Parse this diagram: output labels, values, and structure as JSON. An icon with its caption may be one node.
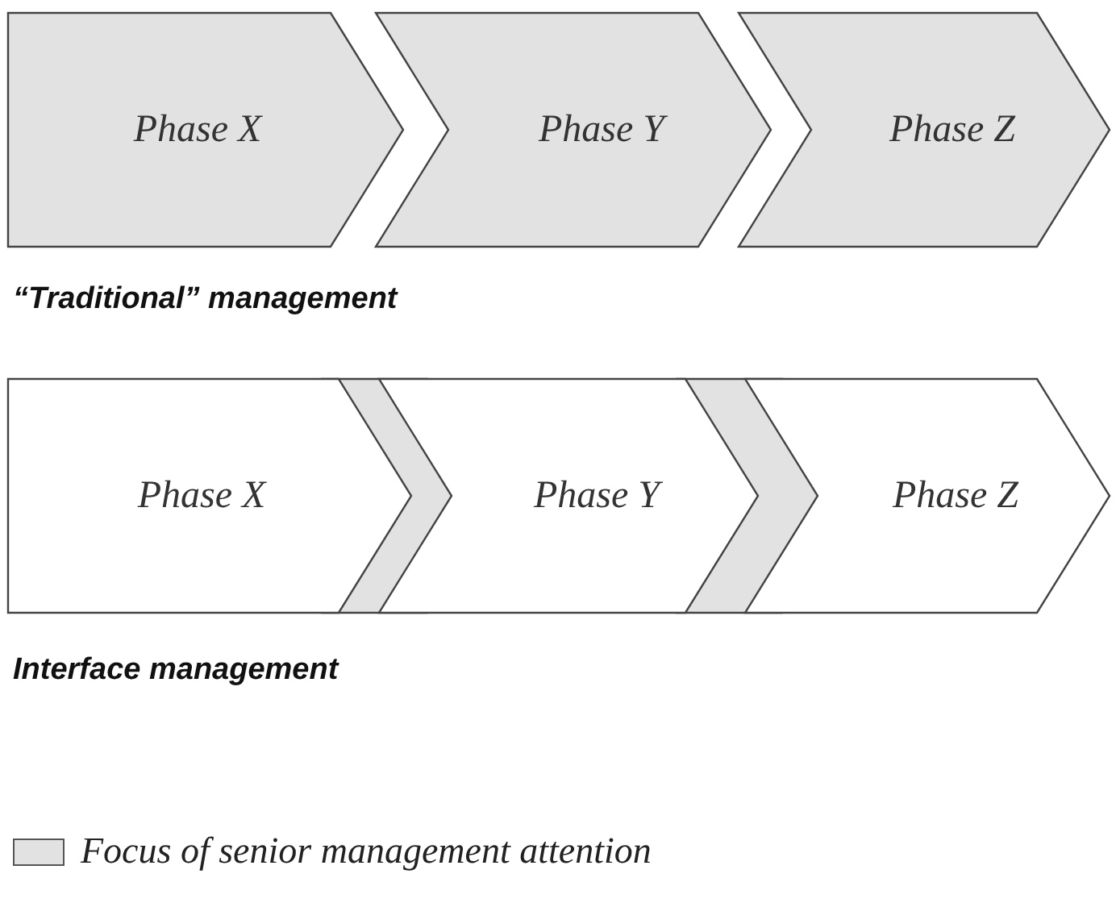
{
  "diagram": {
    "nodes": [
      {
        "text": [
          "Phase X"
        ]
      },
      {
        "text": [
          "Phase Y"
        ]
      },
      {
        "text": [
          "Phase Z"
        ]
      },
      {
        "text": [
          "Phase X"
        ]
      },
      {
        "text": [],
        "shape": "chevron"
      },
      {
        "text": [
          "Phase Y"
        ]
      },
      {
        "text": [],
        "shape": "chevron"
      },
      {
        "text": [
          "Phase Z"
        ]
      }
    ],
    "edges": [],
    "labels": [
      "“Traditional” management",
      "Interface management"
    ],
    "legend": [
      {
        "text": "Focus of senior management attention",
        "color": "#e2e2e2"
      }
    ]
  }
}
